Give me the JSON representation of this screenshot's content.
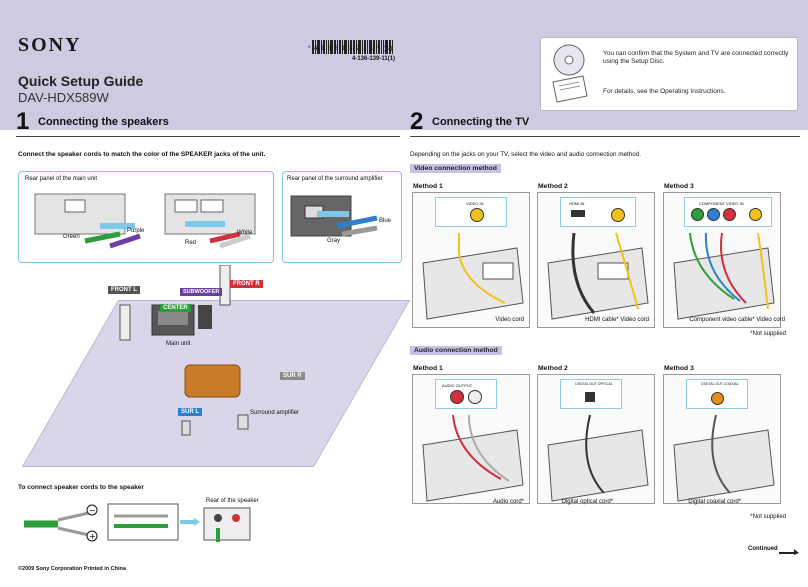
{
  "header": {
    "brand": "SONY",
    "barcode_number": "* 4 1 3 6 1 3 9 1 1 * (1)",
    "part_number": "4-136-139-11(1)",
    "guide_title": "Quick Setup Guide",
    "model": "DAV-HDX589W"
  },
  "disc_info": {
    "line1": "You can confirm that the System and TV are connected correctly using the Setup Disc.",
    "line2": "For details, see the Operating Instructions."
  },
  "section1": {
    "number": "1",
    "title": "Connecting the speakers",
    "instruction": "Connect the speaker cords to match the color of the SPEAKER jacks of the unit.",
    "rear_main": "Rear panel of the main unit",
    "rear_surround": "Rear panel of the surround amplifier",
    "labels": {
      "purple": "Purple",
      "green": "Green",
      "red": "Red",
      "white": "White",
      "blue": "Blue",
      "gray": "Gray"
    },
    "speakers": {
      "front_l": "FRONT L",
      "front_r": "FRONT R",
      "center": "CENTER",
      "subwoofer": "SUBWOOFER",
      "sur_l": "SUR L",
      "sur_r": "SUR R",
      "main_unit": "Main unit",
      "surround_amp": "Surround amplifier"
    },
    "cord_title": "To connect speaker cords to the speaker",
    "rear_speaker": "Rear of the speaker"
  },
  "section2": {
    "number": "2",
    "title": "Connecting the TV",
    "instruction": "Depending on the jacks on your TV, select the video and audio connection method.",
    "video_head": "Video connection method",
    "audio_head": "Audio connection method",
    "video_methods": [
      {
        "label": "Method 1",
        "jack": "VIDEO IN",
        "cap": "Video cord"
      },
      {
        "label": "Method 2",
        "jack": "HDMI IN",
        "cap": "HDMI cable*  Video cord"
      },
      {
        "label": "Method 3",
        "jack": "COMPONENT VIDEO IN",
        "cap": "Component video cable*  Video cord"
      }
    ],
    "audio_methods": [
      {
        "label": "Method 1",
        "jack": "AUDIO OUTPUT",
        "cap": "Audio cord*"
      },
      {
        "label": "Method 2",
        "jack": "DIGITAL OUT OPTICAL",
        "cap": "Digital optical cord*"
      },
      {
        "label": "Method 3",
        "jack": "DIGITAL OUT COAXIAL",
        "cap": "Digital coaxial cord*"
      }
    ],
    "not_supplied": "*Not supplied"
  },
  "footer": {
    "copyright": "©2009 Sony Corporation   Printed in China",
    "continued": "Continued"
  },
  "colors": {
    "band": "#cfc9e2",
    "accent_blue": "#7fc7e8",
    "purple_head": "#c9c0e3",
    "front_tag": "#555555",
    "subwoofer_tag": "#6a3fa0",
    "center_tag": "#2d9e3a",
    "front_r_tag": "#d2303a",
    "sur_l_tag": "#2f7fd0",
    "sur_r_tag": "#8a8a8a"
  }
}
